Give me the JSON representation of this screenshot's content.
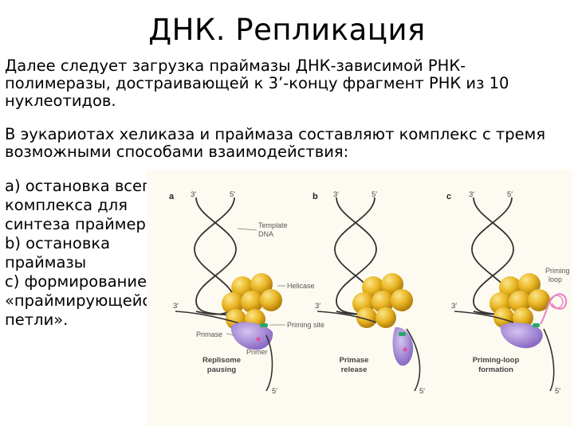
{
  "title": "ДНК. Репликация",
  "paragraph1": "Далее следует загрузка праймазы ДНК-зависимой РНК-полимеразы, достраивающей к 3’-концу фрагмент РНК из 10 нуклеотидов.",
  "paragraph2": "В эукариотах хеликаза и праймаза составляют комплекс с тремя возможными способами взаимодействия:",
  "side_lines": [
    "a) остановка всего",
    "комплекса для",
    "синтеза праймера",
    "b) остановка",
    "праймазы",
    "c) формирование",
    "«праймирующейся",
    "петли»."
  ],
  "figure": {
    "panels": [
      {
        "letter": "a",
        "end_top_left": "3′",
        "end_top_right": "5′",
        "end_left": "3′",
        "end_bottom": "5′",
        "caption_line1": "Replisome",
        "caption_line2": "pausing",
        "labels": {
          "template_dna_line1": "Template",
          "template_dna_line2": "DNA",
          "helicase": "Helicase",
          "primase": "Primase",
          "priming_site": "Priming site",
          "primer": "Primer"
        }
      },
      {
        "letter": "b",
        "end_top_left": "3′",
        "end_top_right": "5′",
        "end_left": "3′",
        "end_bottom": "5′",
        "caption_line1": "Primase",
        "caption_line2": "release"
      },
      {
        "letter": "c",
        "end_top_left": "3′",
        "end_top_right": "5′",
        "end_left": "3′",
        "end_bottom": "5′",
        "caption_line1": "Priming-loop",
        "caption_line2": "formation",
        "labels": {
          "priming_loop_line1": "Priming",
          "priming_loop_line2": "loop"
        }
      }
    ],
    "colors": {
      "helicase": "#e8b21a",
      "primase": "#9e7fd0",
      "primer": "#2aa86a",
      "loop": "#e88bc2",
      "dna": "#333333"
    }
  }
}
